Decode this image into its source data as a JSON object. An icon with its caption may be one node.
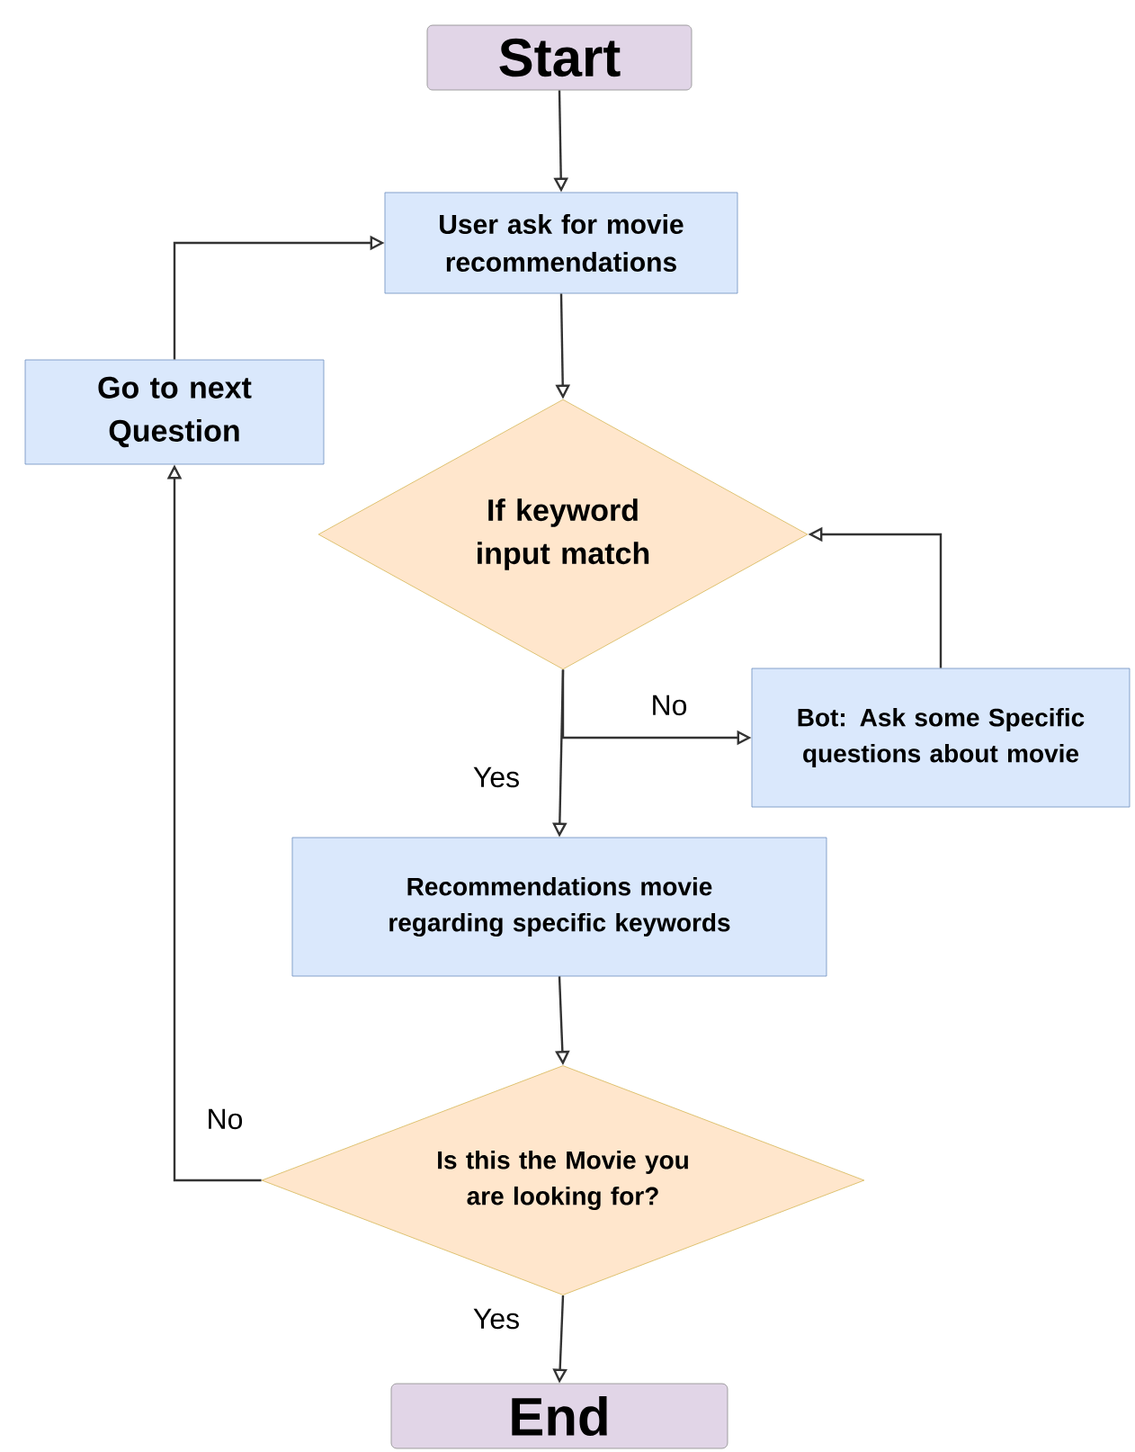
{
  "diagram": {
    "nodes": [
      {
        "text": [
          "Start"
        ]
      },
      {
        "text": [
          "User ask for movie recommendations"
        ]
      },
      {
        "text": [
          "Go to next Question"
        ]
      },
      {
        "text": [
          "If keyword input match"
        ]
      },
      {
        "text": [
          "Bot: Ask some Specific questions about movie"
        ]
      },
      {
        "text": [
          "Recommendations movie regarding specific keywords"
        ]
      },
      {
        "text": [
          "Is this the Movie you are looking for?"
        ]
      },
      {
        "text": [
          "End"
        ]
      }
    ],
    "edges": [
      {
        "from": 0,
        "to": 1,
        "arrow": "to"
      },
      {
        "from": 1,
        "to": 3,
        "arrow": "to"
      },
      {
        "from": 2,
        "to": 1,
        "arrow": "to"
      },
      {
        "from": 3,
        "to": 4,
        "arrow": "to",
        "label": "No"
      },
      {
        "from": 3,
        "to": 5,
        "arrow": "to",
        "label": "Yes"
      },
      {
        "from": 4,
        "to": 3,
        "arrow": "to"
      },
      {
        "from": 5,
        "to": 6,
        "arrow": "to"
      },
      {
        "from": 6,
        "to": 2,
        "arrow": "to",
        "label": "No"
      },
      {
        "from": 6,
        "to": 7,
        "arrow": "to",
        "label": "Yes"
      }
    ]
  }
}
